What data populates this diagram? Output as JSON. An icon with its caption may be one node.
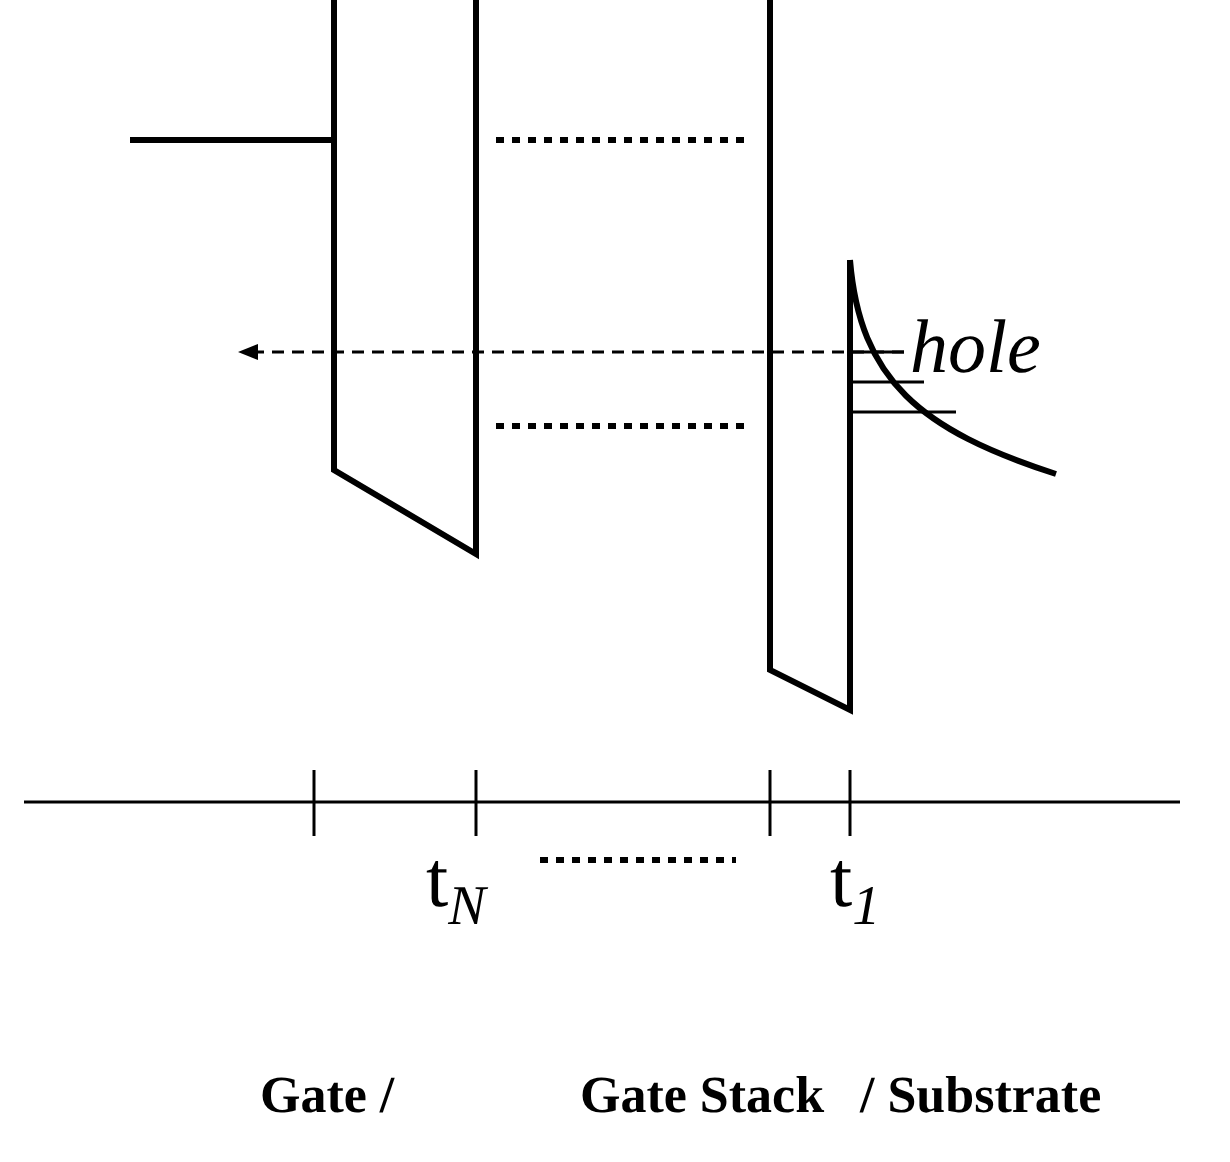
{
  "diagram": {
    "labels": [
      "hole",
      "t$_{N}$",
      "t$_{1}$",
      "Gate /",
      "Gate Stack",
      "/ Substrate"
    ]
  }
}
